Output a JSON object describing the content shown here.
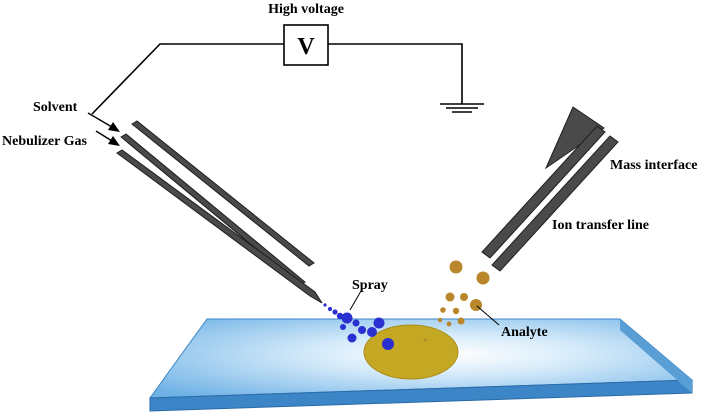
{
  "labels": {
    "high_voltage": "High voltage",
    "voltmeter": "V",
    "solvent": "Solvent",
    "nebulizer_gas": "Nebulizer Gas",
    "mass_interface": "Mass interface",
    "ion_transfer_line": "Ion transfer line",
    "spray": "Spray",
    "analyte": "Analyte"
  },
  "colors": {
    "wire": "#000000",
    "tube": "#4a4a4a",
    "tube_outline": "#1e1e1e",
    "spray_droplet": "#2a2fd0",
    "analyte_droplet": "#b9862a",
    "sample_spot": "#c4a824",
    "slide_top": "#8cc3ec",
    "slide_edge": "#3c86c8"
  }
}
